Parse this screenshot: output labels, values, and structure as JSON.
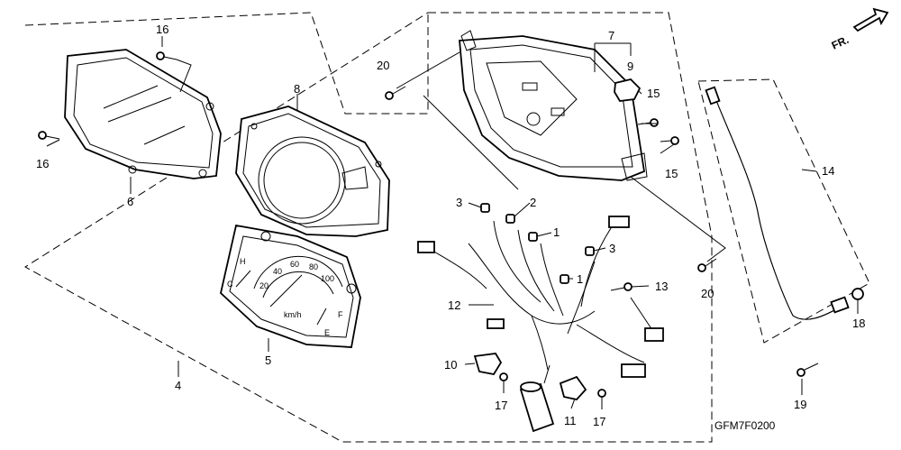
{
  "diagram_code": "GFM7F0200",
  "direction_label": "FR.",
  "callouts": {
    "c1a": "1",
    "c1b": "1",
    "c2": "2",
    "c3a": "3",
    "c3b": "3",
    "c4": "4",
    "c5": "5",
    "c6": "6",
    "c7": "7",
    "c8": "8",
    "c9": "9",
    "c10": "10",
    "c11": "11",
    "c12": "12",
    "c13": "13",
    "c14": "14",
    "c15a": "15",
    "c15b": "15",
    "c16a": "16",
    "c16b": "16",
    "c17a": "17",
    "c17b": "17",
    "c18": "18",
    "c19": "19",
    "c20a": "20",
    "c20b": "20"
  },
  "gauge": {
    "speed_marks": [
      "20",
      "40",
      "60",
      "80",
      "100"
    ],
    "unit": "km/h",
    "fuel_full": "F",
    "fuel_empty": "E",
    "temp_hot": "H",
    "temp_cold": "C"
  }
}
